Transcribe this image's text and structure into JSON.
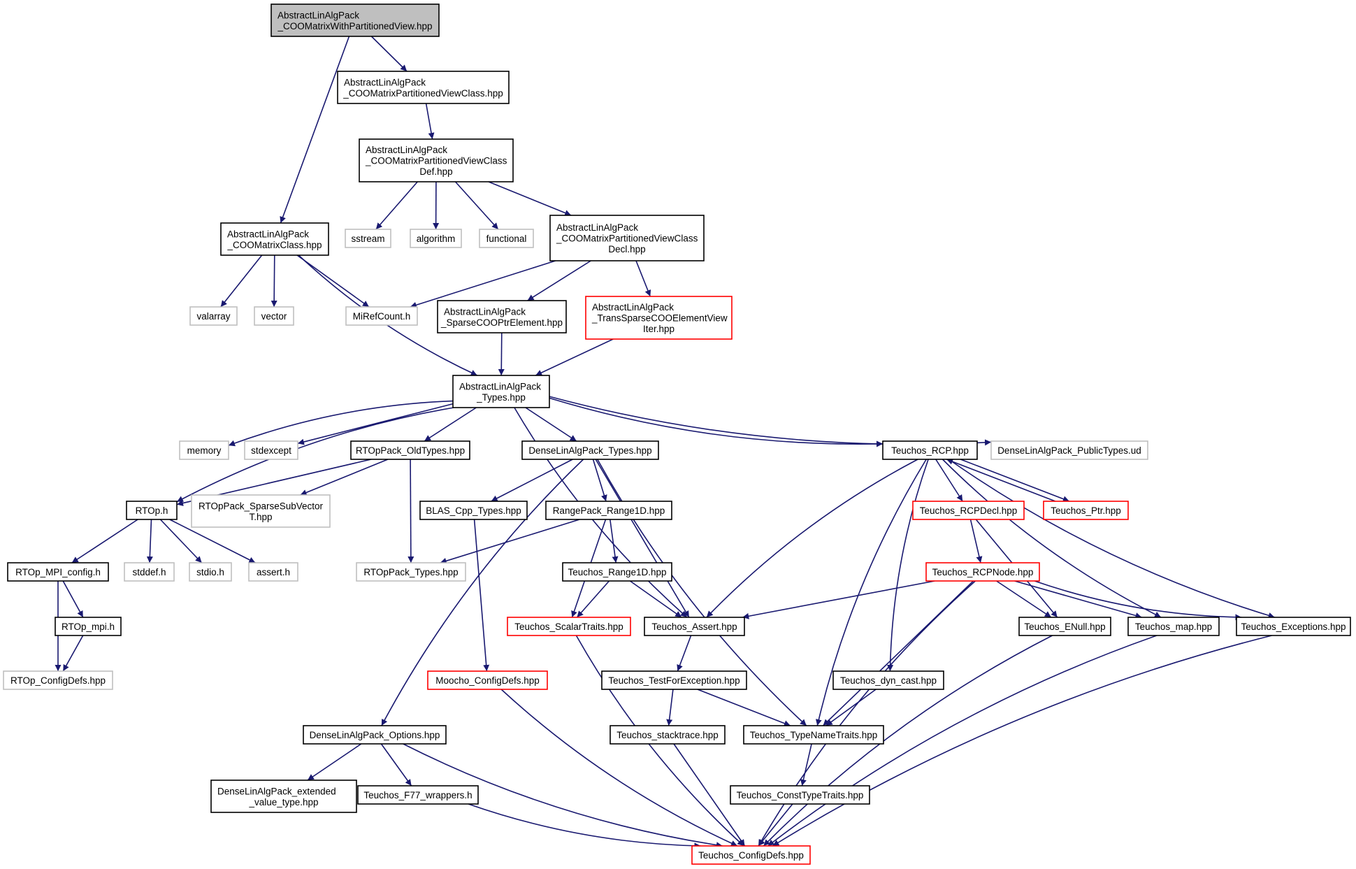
{
  "colors": {
    "edge": "#191970",
    "border_normal": "#000000",
    "border_external": "#bfbfbf",
    "border_truncated": "#ff0000",
    "root_fill": "#bfbfbf",
    "node_fill": "#ffffff"
  },
  "nodes": [
    {
      "id": "root",
      "lines": [
        "AbstractLinAlgPack",
        "_COOMatrixWithPartitionedView.hpp"
      ],
      "kind": "root"
    },
    {
      "id": "coo_part_class",
      "lines": [
        "AbstractLinAlgPack",
        "_COOMatrixPartitionedViewClass.hpp"
      ],
      "kind": "normal"
    },
    {
      "id": "coo_part_def",
      "lines": [
        "AbstractLinAlgPack",
        "_COOMatrixPartitionedViewClass",
        "Def.hpp"
      ],
      "kind": "normal"
    },
    {
      "id": "coo_matrix_class",
      "lines": [
        "AbstractLinAlgPack",
        "_COOMatrixClass.hpp"
      ],
      "kind": "normal"
    },
    {
      "id": "sstream",
      "lines": [
        "sstream"
      ],
      "kind": "external"
    },
    {
      "id": "algorithm",
      "lines": [
        "algorithm"
      ],
      "kind": "external"
    },
    {
      "id": "functional",
      "lines": [
        "functional"
      ],
      "kind": "external"
    },
    {
      "id": "coo_part_decl",
      "lines": [
        "AbstractLinAlgPack",
        "_COOMatrixPartitionedViewClass",
        "Decl.hpp"
      ],
      "kind": "normal"
    },
    {
      "id": "valarray",
      "lines": [
        "valarray"
      ],
      "kind": "external"
    },
    {
      "id": "vector",
      "lines": [
        "vector"
      ],
      "kind": "external"
    },
    {
      "id": "mirefcount",
      "lines": [
        "MiRefCount.h"
      ],
      "kind": "external"
    },
    {
      "id": "sparse_coo_ptr",
      "lines": [
        "AbstractLinAlgPack",
        "_SparseCOOPtrElement.hpp"
      ],
      "kind": "normal"
    },
    {
      "id": "trans_sparse",
      "lines": [
        "AbstractLinAlgPack",
        "_TransSparseCOOElementView",
        "Iter.hpp"
      ],
      "kind": "truncated"
    },
    {
      "id": "alap_types",
      "lines": [
        "AbstractLinAlgPack",
        "_Types.hpp"
      ],
      "kind": "normal"
    },
    {
      "id": "memory",
      "lines": [
        "memory"
      ],
      "kind": "external"
    },
    {
      "id": "stdexcept",
      "lines": [
        "stdexcept"
      ],
      "kind": "external"
    },
    {
      "id": "rtoppack_old",
      "lines": [
        "RTOpPack_OldTypes.hpp"
      ],
      "kind": "normal"
    },
    {
      "id": "dlap_types",
      "lines": [
        "DenseLinAlgPack_Types.hpp"
      ],
      "kind": "normal"
    },
    {
      "id": "teuchos_rcp",
      "lines": [
        "Teuchos_RCP.hpp"
      ],
      "kind": "normal"
    },
    {
      "id": "dlap_public",
      "lines": [
        "DenseLinAlgPack_PublicTypes.ud"
      ],
      "kind": "external"
    },
    {
      "id": "rtop_h",
      "lines": [
        "RTOp.h"
      ],
      "kind": "normal"
    },
    {
      "id": "rtoppack_sparse",
      "lines": [
        "RTOpPack_SparseSubVector",
        "T.hpp"
      ],
      "kind": "external"
    },
    {
      "id": "blas_cpp",
      "lines": [
        "BLAS_Cpp_Types.hpp"
      ],
      "kind": "normal"
    },
    {
      "id": "rangepack",
      "lines": [
        "RangePack_Range1D.hpp"
      ],
      "kind": "normal"
    },
    {
      "id": "rcpdecl",
      "lines": [
        "Teuchos_RCPDecl.hpp"
      ],
      "kind": "truncated"
    },
    {
      "id": "teuchos_ptr",
      "lines": [
        "Teuchos_Ptr.hpp"
      ],
      "kind": "truncated"
    },
    {
      "id": "rtop_mpi_config",
      "lines": [
        "RTOp_MPI_config.h"
      ],
      "kind": "normal"
    },
    {
      "id": "stddef",
      "lines": [
        "stddef.h"
      ],
      "kind": "external"
    },
    {
      "id": "stdio",
      "lines": [
        "stdio.h"
      ],
      "kind": "external"
    },
    {
      "id": "assert_h",
      "lines": [
        "assert.h"
      ],
      "kind": "external"
    },
    {
      "id": "rtoppack_types",
      "lines": [
        "RTOpPack_Types.hpp"
      ],
      "kind": "external"
    },
    {
      "id": "teuchos_range1d",
      "lines": [
        "Teuchos_Range1D.hpp"
      ],
      "kind": "normal"
    },
    {
      "id": "rcpnode",
      "lines": [
        "Teuchos_RCPNode.hpp"
      ],
      "kind": "truncated"
    },
    {
      "id": "rtop_mpi",
      "lines": [
        "RTOp_mpi.h"
      ],
      "kind": "normal"
    },
    {
      "id": "scalartraits",
      "lines": [
        "Teuchos_ScalarTraits.hpp"
      ],
      "kind": "truncated"
    },
    {
      "id": "teuchos_assert",
      "lines": [
        "Teuchos_Assert.hpp"
      ],
      "kind": "normal"
    },
    {
      "id": "enull",
      "lines": [
        "Teuchos_ENull.hpp"
      ],
      "kind": "normal"
    },
    {
      "id": "teuchos_map",
      "lines": [
        "Teuchos_map.hpp"
      ],
      "kind": "normal"
    },
    {
      "id": "exceptions",
      "lines": [
        "Teuchos_Exceptions.hpp"
      ],
      "kind": "normal"
    },
    {
      "id": "rtop_configdefs",
      "lines": [
        "RTOp_ConfigDefs.hpp"
      ],
      "kind": "external"
    },
    {
      "id": "moocho_config",
      "lines": [
        "Moocho_ConfigDefs.hpp"
      ],
      "kind": "truncated"
    },
    {
      "id": "testforexception",
      "lines": [
        "Teuchos_TestForException.hpp"
      ],
      "kind": "normal"
    },
    {
      "id": "dyn_cast",
      "lines": [
        "Teuchos_dyn_cast.hpp"
      ],
      "kind": "normal"
    },
    {
      "id": "dlap_options",
      "lines": [
        "DenseLinAlgPack_Options.hpp"
      ],
      "kind": "normal"
    },
    {
      "id": "stacktrace",
      "lines": [
        "Teuchos_stacktrace.hpp"
      ],
      "kind": "normal"
    },
    {
      "id": "typenametraits",
      "lines": [
        "Teuchos_TypeNameTraits.hpp"
      ],
      "kind": "normal"
    },
    {
      "id": "dlap_extended",
      "lines": [
        "DenseLinAlgPack_extended",
        "_value_type.hpp"
      ],
      "kind": "normal"
    },
    {
      "id": "f77_wrappers",
      "lines": [
        "Teuchos_F77_wrappers.h"
      ],
      "kind": "normal"
    },
    {
      "id": "consttypetraits",
      "lines": [
        "Teuchos_ConstTypeTraits.hpp"
      ],
      "kind": "normal"
    },
    {
      "id": "teuchos_configdefs",
      "lines": [
        "Teuchos_ConfigDefs.hpp"
      ],
      "kind": "truncated"
    }
  ],
  "edges": [
    [
      "root",
      "coo_part_class"
    ],
    [
      "root",
      "coo_matrix_class"
    ],
    [
      "coo_part_class",
      "coo_part_def"
    ],
    [
      "coo_part_def",
      "sstream"
    ],
    [
      "coo_part_def",
      "algorithm"
    ],
    [
      "coo_part_def",
      "functional"
    ],
    [
      "coo_part_def",
      "coo_part_decl"
    ],
    [
      "coo_matrix_class",
      "valarray"
    ],
    [
      "coo_matrix_class",
      "vector"
    ],
    [
      "coo_matrix_class",
      "mirefcount"
    ],
    [
      "coo_matrix_class",
      "alap_types"
    ],
    [
      "coo_part_decl",
      "mirefcount"
    ],
    [
      "coo_part_decl",
      "sparse_coo_ptr"
    ],
    [
      "coo_part_decl",
      "trans_sparse"
    ],
    [
      "sparse_coo_ptr",
      "alap_types"
    ],
    [
      "trans_sparse",
      "alap_types"
    ],
    [
      "alap_types",
      "memory"
    ],
    [
      "alap_types",
      "stdexcept"
    ],
    [
      "alap_types",
      "rtop_h"
    ],
    [
      "alap_types",
      "rtoppack_old"
    ],
    [
      "alap_types",
      "dlap_types"
    ],
    [
      "alap_types",
      "teuchos_assert"
    ],
    [
      "alap_types",
      "teuchos_rcp"
    ],
    [
      "alap_types",
      "dlap_public"
    ],
    [
      "rtoppack_old",
      "rtop_h"
    ],
    [
      "rtoppack_old",
      "rtoppack_sparse"
    ],
    [
      "rtoppack_old",
      "rtoppack_types"
    ],
    [
      "dlap_types",
      "blas_cpp"
    ],
    [
      "dlap_types",
      "rangepack"
    ],
    [
      "dlap_types",
      "dlap_options"
    ],
    [
      "dlap_types",
      "teuchos_assert"
    ],
    [
      "dlap_types",
      "typenametraits"
    ],
    [
      "teuchos_rcp",
      "rcpdecl"
    ],
    [
      "teuchos_rcp",
      "teuchos_ptr"
    ],
    [
      "teuchos_rcp",
      "teuchos_assert"
    ],
    [
      "teuchos_rcp",
      "typenametraits"
    ],
    [
      "teuchos_rcp",
      "dyn_cast"
    ],
    [
      "teuchos_rcp",
      "teuchos_map"
    ],
    [
      "teuchos_rcp",
      "exceptions"
    ],
    [
      "teuchos_ptr",
      "teuchos_rcp"
    ],
    [
      "rtop_h",
      "rtop_mpi_config"
    ],
    [
      "rtop_h",
      "stddef"
    ],
    [
      "rtop_h",
      "stdio"
    ],
    [
      "rtop_h",
      "assert_h"
    ],
    [
      "rtop_mpi_config",
      "rtop_mpi"
    ],
    [
      "rtop_mpi_config",
      "rtop_configdefs"
    ],
    [
      "rtop_mpi",
      "rtop_configdefs"
    ],
    [
      "blas_cpp",
      "moocho_config"
    ],
    [
      "rangepack",
      "rtoppack_types"
    ],
    [
      "rangepack",
      "teuchos_range1d"
    ],
    [
      "rangepack",
      "scalartraits"
    ],
    [
      "teuchos_range1d",
      "scalartraits"
    ],
    [
      "teuchos_range1d",
      "teuchos_assert"
    ],
    [
      "rcpdecl",
      "rcpnode"
    ],
    [
      "rcpdecl",
      "enull"
    ],
    [
      "rcpnode",
      "teuchos_assert"
    ],
    [
      "rcpnode",
      "enull"
    ],
    [
      "rcpnode",
      "teuchos_map"
    ],
    [
      "rcpnode",
      "exceptions"
    ],
    [
      "rcpnode",
      "typenametraits"
    ],
    [
      "rcpnode",
      "teuchos_configdefs"
    ],
    [
      "teuchos_assert",
      "testforexception"
    ],
    [
      "testforexception",
      "stacktrace"
    ],
    [
      "testforexception",
      "typenametraits"
    ],
    [
      "dyn_cast",
      "typenametraits"
    ],
    [
      "typenametraits",
      "consttypetraits"
    ],
    [
      "scalartraits",
      "teuchos_configdefs"
    ],
    [
      "moocho_config",
      "teuchos_configdefs"
    ],
    [
      "stacktrace",
      "teuchos_configdefs"
    ],
    [
      "consttypetraits",
      "teuchos_configdefs"
    ],
    [
      "enull",
      "teuchos_configdefs"
    ],
    [
      "teuchos_map",
      "teuchos_configdefs"
    ],
    [
      "exceptions",
      "teuchos_configdefs"
    ],
    [
      "dlap_options",
      "dlap_extended"
    ],
    [
      "dlap_options",
      "f77_wrappers"
    ],
    [
      "dlap_options",
      "teuchos_configdefs"
    ],
    [
      "f77_wrappers",
      "teuchos_configdefs"
    ]
  ]
}
